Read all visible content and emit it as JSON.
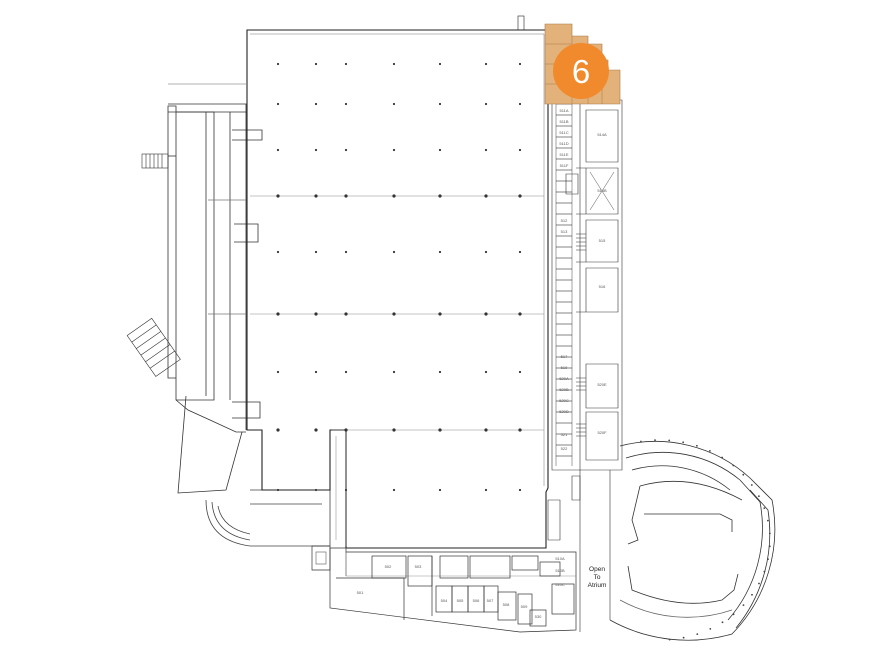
{
  "map": {
    "highlight_color": "#e3b27b",
    "badge": {
      "label": "6",
      "color": "#f08a2c"
    },
    "atrium_label": [
      "Open",
      "To",
      "Atrium"
    ],
    "room_labels": [
      "511A",
      "511B",
      "511C",
      "511D",
      "511E",
      "511F",
      "512",
      "513",
      "514A",
      "514B",
      "515",
      "516",
      "517",
      "519",
      "520A",
      "520B",
      "520C",
      "520D",
      "520E",
      "520F",
      "521",
      "522",
      "510A",
      "510B",
      "510C",
      "501",
      "502",
      "503",
      "504",
      "505",
      "506",
      "507",
      "508",
      "509",
      "530"
    ]
  }
}
